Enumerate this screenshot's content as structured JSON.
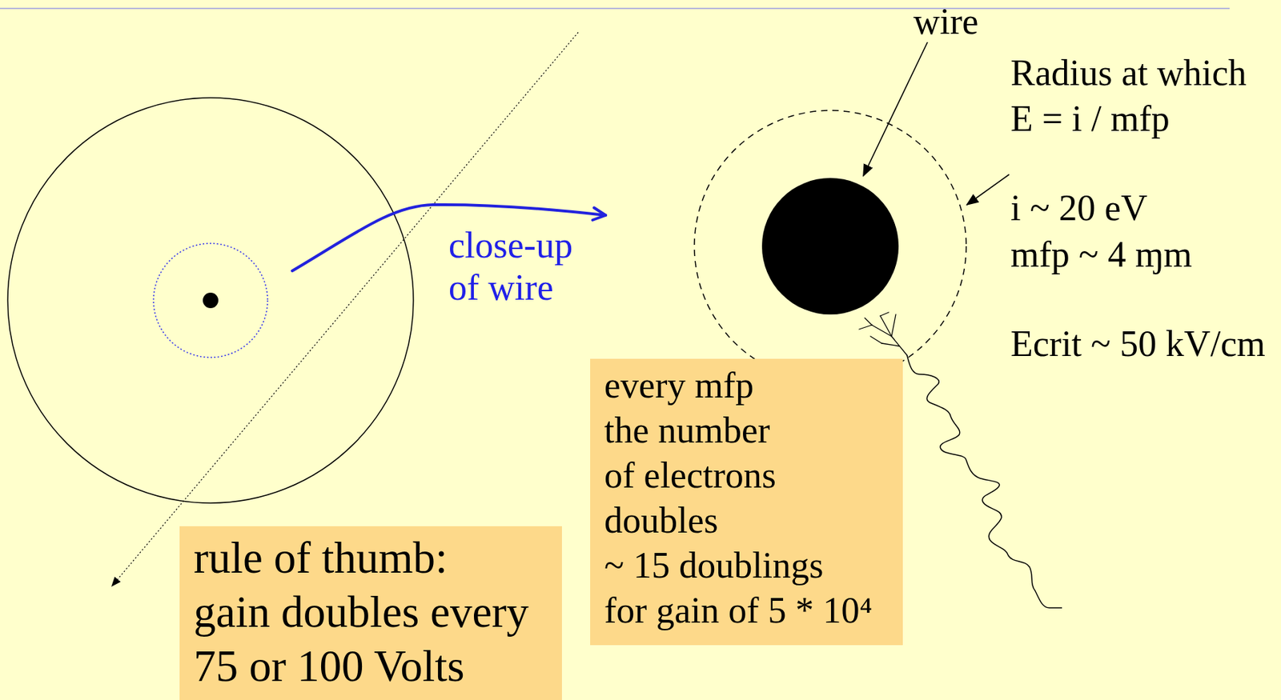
{
  "diagram": {
    "nodes": [
      {
        "text": [
          "every mfp the number of electrons doubles ~ 15 doublings for gain of 5 * 10⁴"
        ]
      },
      {
        "text": [
          "rule of thumb: gain doubles every 75 or 100 Volts"
        ]
      }
    ],
    "labels": [
      "wire",
      "close-up of wire",
      "Radius at which E = i / mfp",
      "i ~ 20 eV",
      "mfp ~ 4 ɱm",
      "Ecrit ~ 50 kV/cm"
    ]
  }
}
